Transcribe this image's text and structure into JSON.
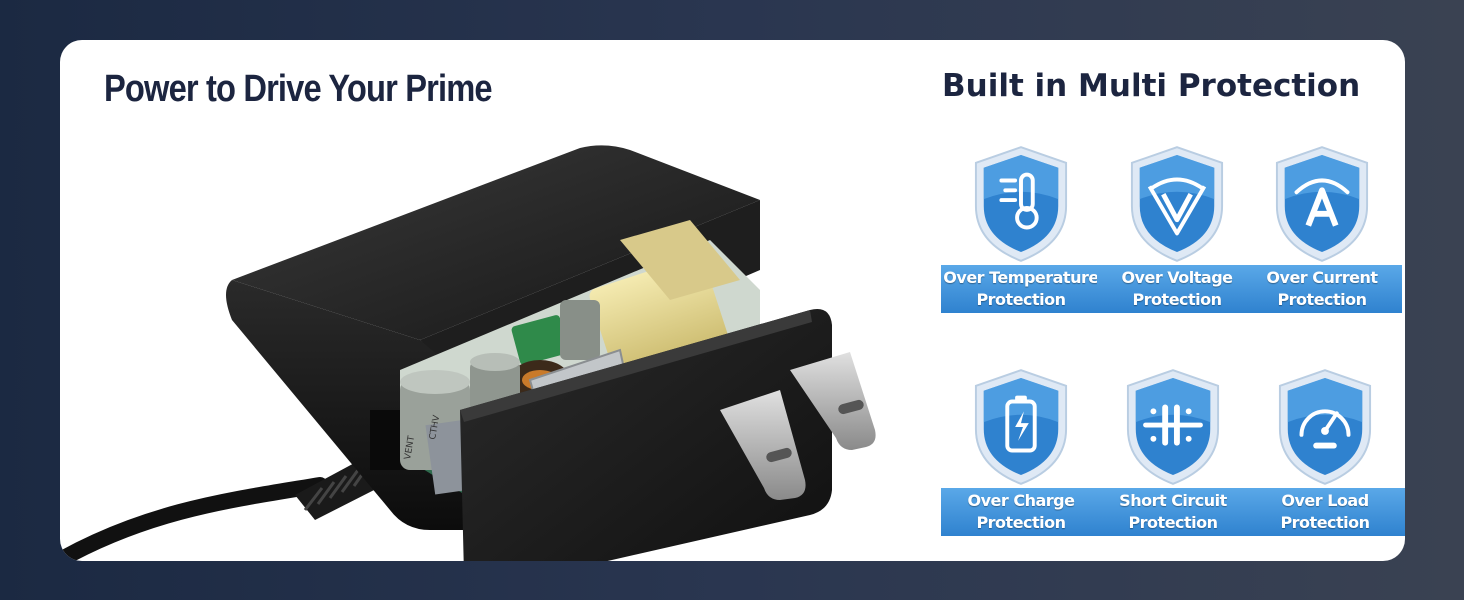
{
  "headline": "Power to Drive Your Prime",
  "protection": {
    "title": "Built in Multi Protection",
    "items": [
      {
        "icon": "thermometer-icon",
        "line1": "Over Temperature",
        "line2": "Protection"
      },
      {
        "icon": "voltage-gauge-icon",
        "line1": "Over Voltage",
        "line2": "Protection"
      },
      {
        "icon": "ampere-gauge-icon",
        "line1": "Over Current",
        "line2": "Protection"
      },
      {
        "icon": "battery-charge-icon",
        "line1": "Over Charge",
        "line2": "Protection"
      },
      {
        "icon": "short-circuit-icon",
        "line1": "Short Circuit",
        "line2": "Protection"
      },
      {
        "icon": "speedometer-icon",
        "line1": "Over Load",
        "line2": "Protection"
      }
    ]
  },
  "colors": {
    "background": "#1b2942",
    "heading": "#1c2540",
    "shield_blue": "#2f82cf",
    "label_blue": "#4a9be0"
  },
  "product_image": {
    "capacitor_marking": "VENT",
    "capacitor_marking_2": "CTHV"
  }
}
